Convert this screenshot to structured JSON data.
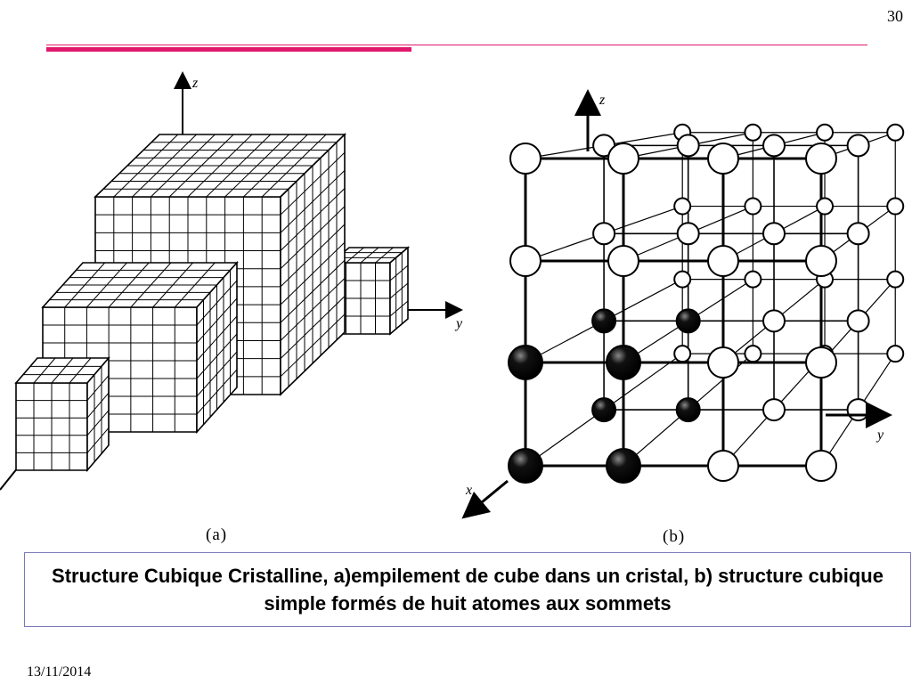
{
  "slide": {
    "page_number": "30",
    "date": "13/11/2014",
    "accent_color": "#e0186c"
  },
  "figure_a": {
    "label": "(a)",
    "axes": {
      "z": "z",
      "y": "y"
    }
  },
  "figure_b": {
    "label": "(b)",
    "axes": {
      "z": "z",
      "y": "y",
      "x": "x"
    }
  },
  "caption": {
    "text": "Structure Cubique Cristalline, a)empilement de cube dans un cristal, b) structure cubique simple formés de huit atomes aux sommets"
  }
}
